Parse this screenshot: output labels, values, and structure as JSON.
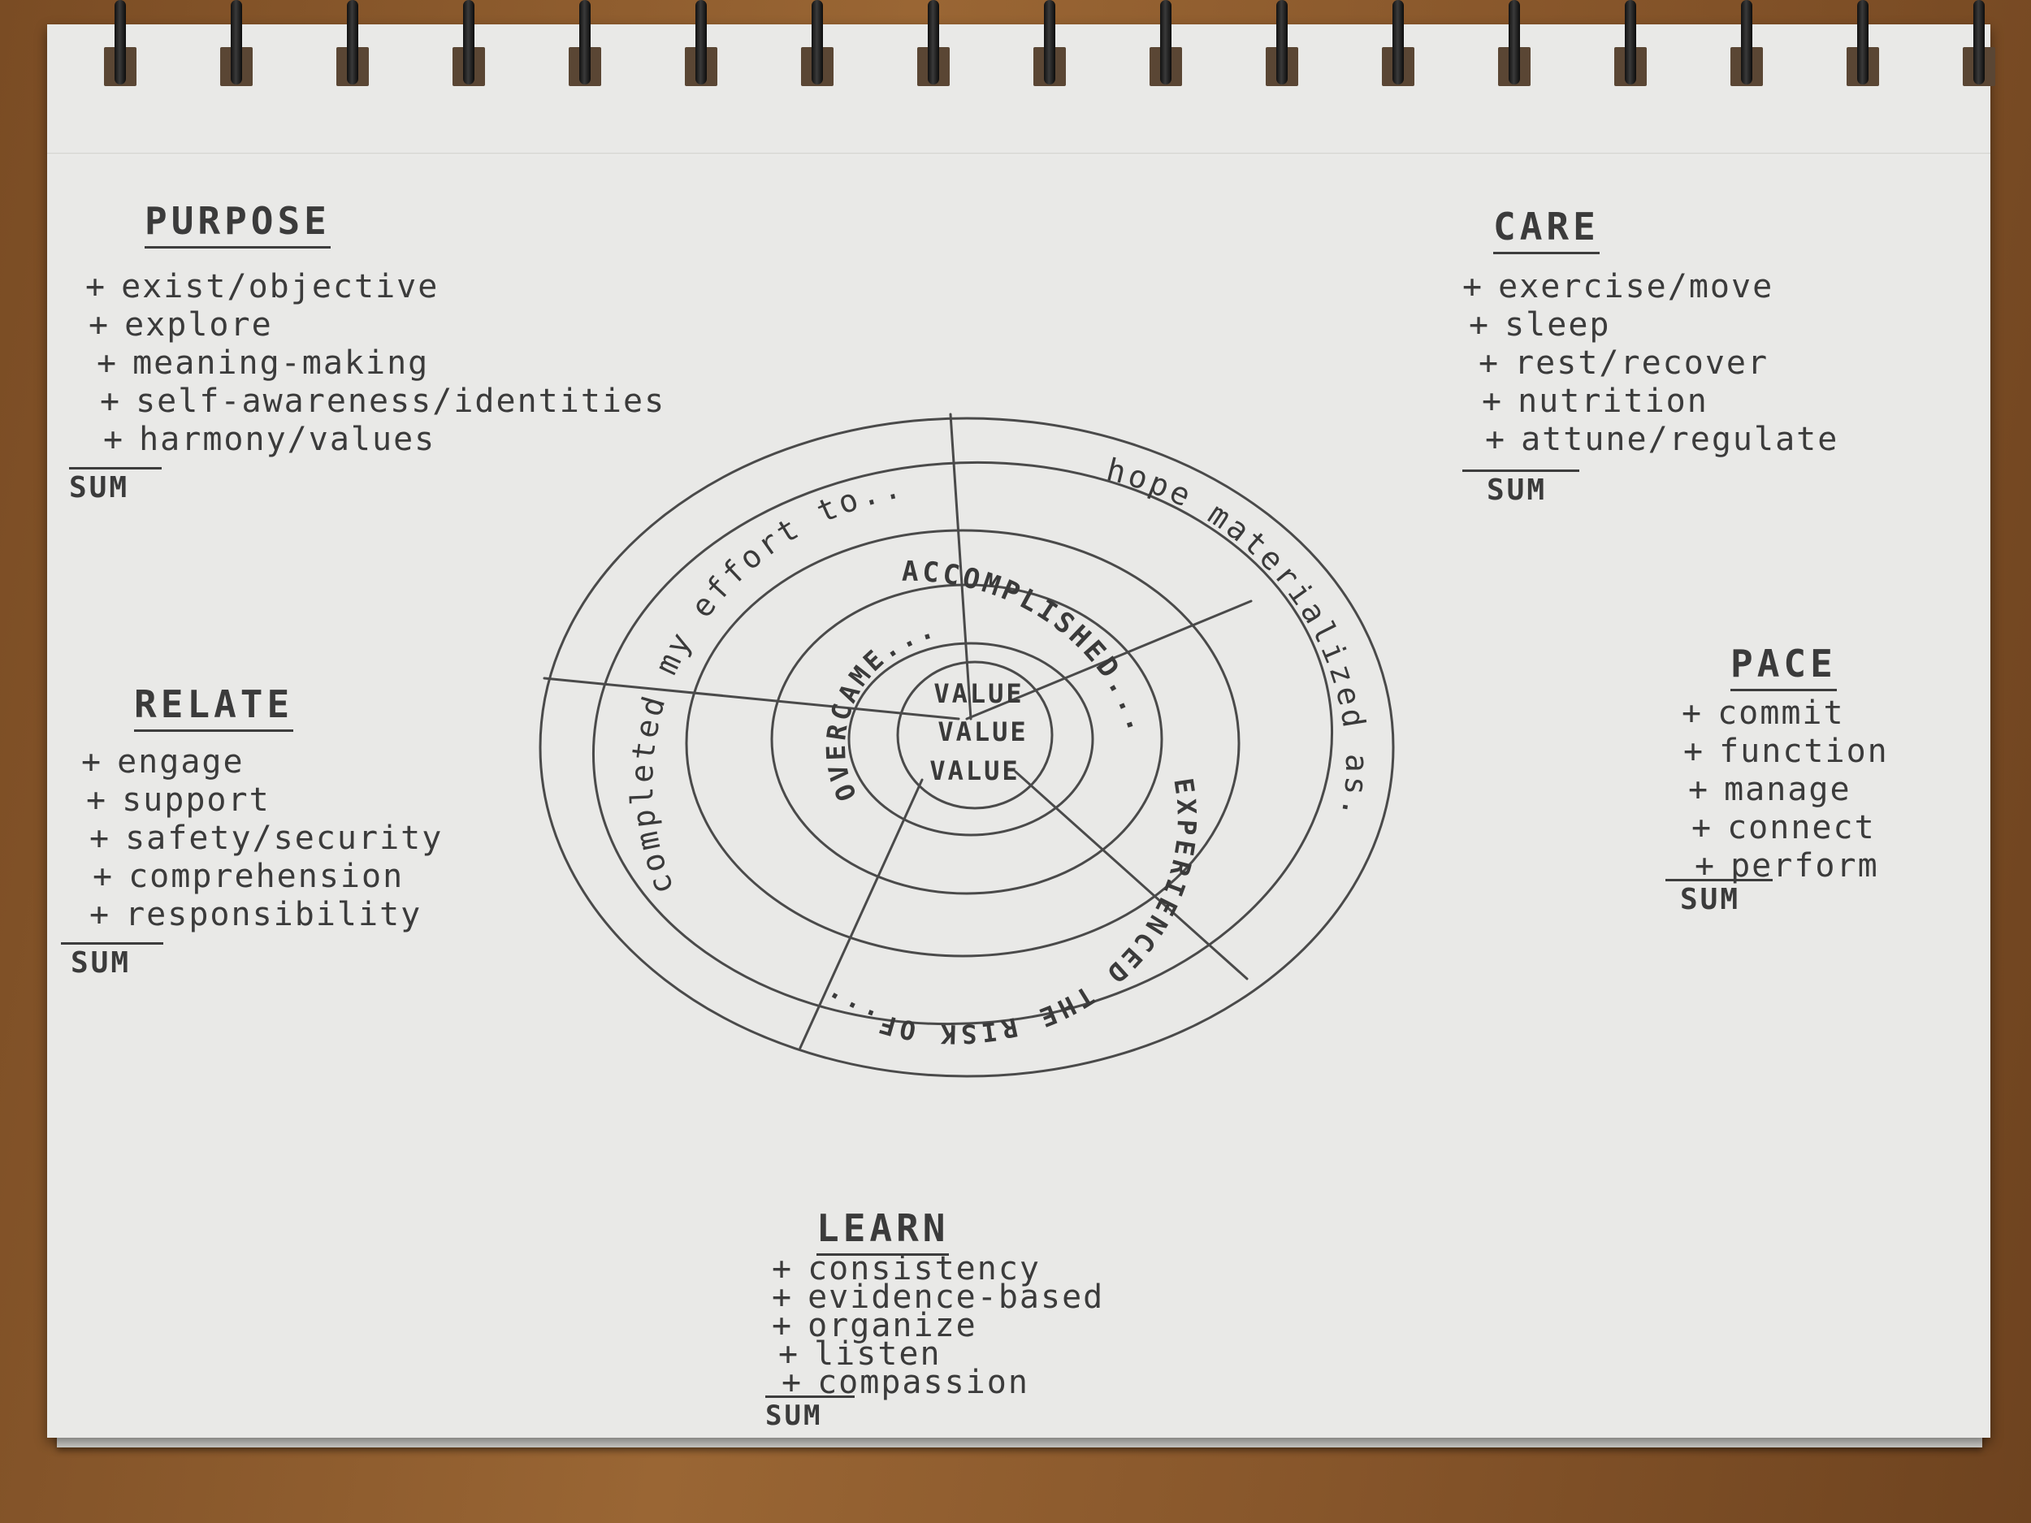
{
  "sections": {
    "purpose": {
      "title": "PURPOSE",
      "items": [
        "exist/objective",
        "explore",
        "meaning-making",
        "self-awareness/identities",
        "harmony/values"
      ],
      "sum": "SUM"
    },
    "care": {
      "title": "CARE",
      "items": [
        "exercise/move",
        "sleep",
        "rest/recover",
        "nutrition",
        "attune/regulate"
      ],
      "sum": "SUM"
    },
    "relate": {
      "title": "RELATE",
      "items": [
        "engage",
        "support",
        "safety/security",
        "comprehension",
        "responsibility"
      ],
      "sum": "SUM"
    },
    "pace": {
      "title": "PACE",
      "items": [
        "commit",
        "function",
        "manage",
        "connect",
        "perform"
      ],
      "sum": "SUM"
    },
    "learn": {
      "title": "LEARN",
      "items": [
        "consistency",
        "evidence-based",
        "organize",
        "listen",
        "compassion"
      ],
      "sum": "SUM"
    }
  },
  "plus_symbol": "+",
  "wheel": {
    "outer_left": "completed my effort to...",
    "outer_right": "hope materialized as...",
    "middle_top": "ACCOMPLISHED...",
    "middle_bottom": "EXPERIENCED THE RISK OF...",
    "inner": "OVERCAME...",
    "center": [
      "VALUE",
      "VALUE",
      "VALUE"
    ]
  },
  "colors": {
    "pencil": "#3b3b3b",
    "paper": "#e9e9e7",
    "desk": "#8a5a2e"
  }
}
